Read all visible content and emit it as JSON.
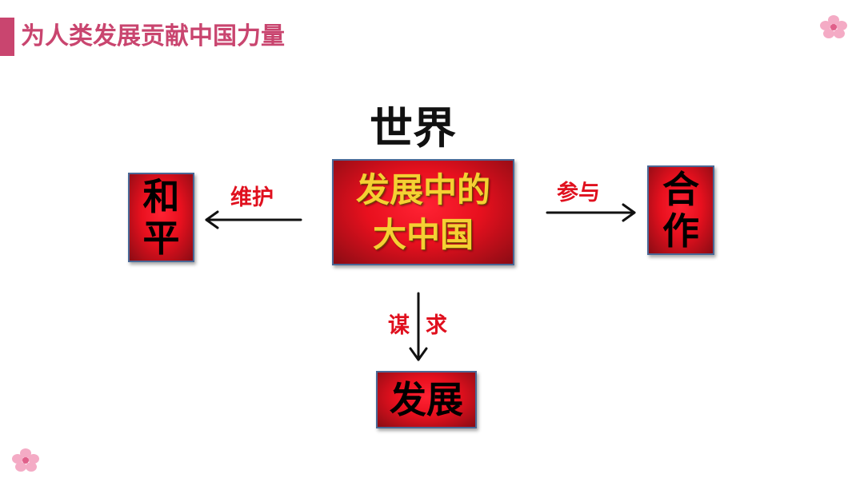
{
  "slide": {
    "title": "为人类发展贡献中国力量",
    "accent_color": "#c9456f"
  },
  "diagram": {
    "top_label": "世界",
    "center": {
      "line1": "发展中的",
      "line2": "大中国"
    },
    "nodes": {
      "peace": "和平",
      "cooperation": "合作",
      "development": "发展"
    },
    "relations": {
      "protect": "维护",
      "participate": "参与",
      "seek_1": "谋",
      "seek_2": "求"
    },
    "colors": {
      "box_fill": "#e8101e",
      "box_border": "#4a6896",
      "center_text": "#f5d033",
      "relation_text": "#e0101e"
    }
  },
  "decor": {
    "flower_icon": "pink-flower-icon"
  }
}
